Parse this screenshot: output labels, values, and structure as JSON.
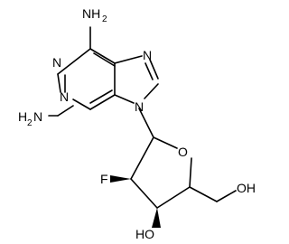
{
  "structure": {
    "atoms": {
      "n_amine_top": "NH",
      "n_amine_top_sub": "2",
      "n_amine_left": "H",
      "n_amine_left_sub": "2",
      "n_amine_left_n": "N",
      "n_ring_1": "N",
      "n_ring_3": "N",
      "n_ring_7": "N",
      "n_ring_9": "N",
      "o_ring": "O",
      "o_hydroxymethyl": "OH",
      "o_hydroxyl": "HO",
      "fluorine": "F"
    }
  }
}
